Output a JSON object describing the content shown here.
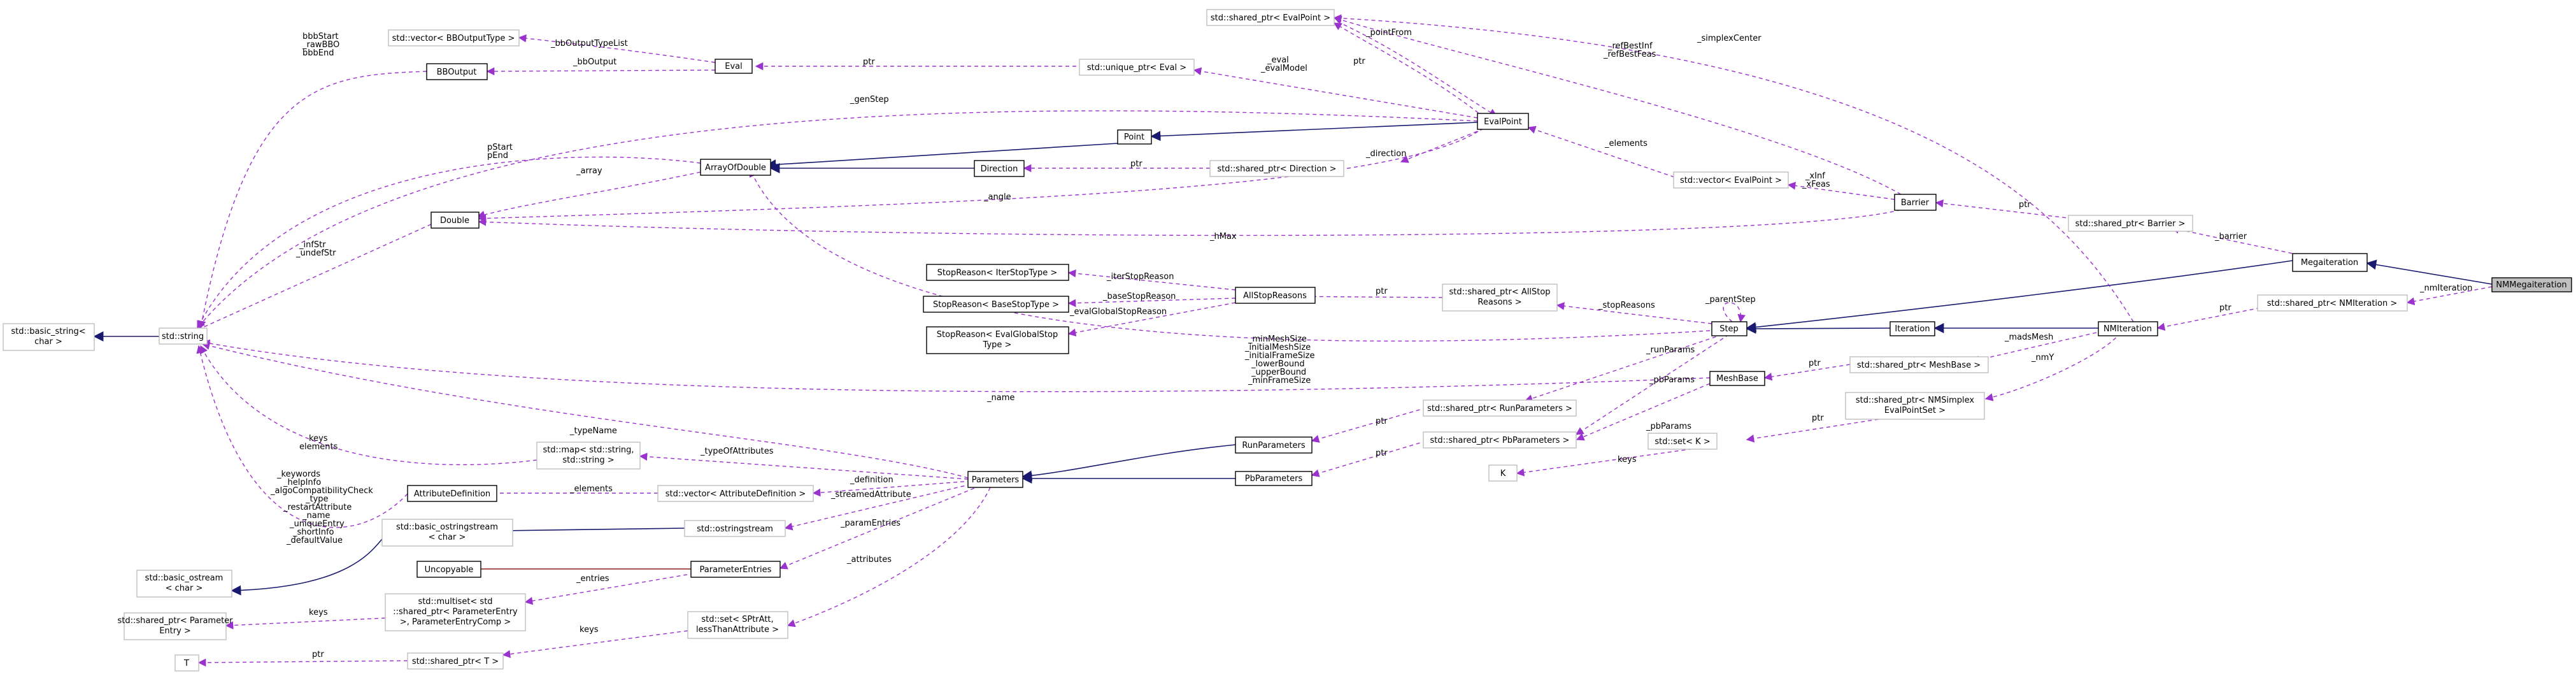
{
  "colors": {
    "usage_edge": "#9a32cd",
    "inherit_edge": "#191970",
    "template_edge": "#8b1a1a",
    "focus_node_fill": "#bfbfbf",
    "template_node_border": "#bfbfbf"
  },
  "nodes": {
    "nm_megaiteration": [
      "NMMegaiteration"
    ],
    "megaiteration": [
      "Megaiteration"
    ],
    "sp_nmiteration": [
      "std::shared_ptr< NMIteration >"
    ],
    "nmiteration": [
      "NMIteration"
    ],
    "iteration": [
      "Iteration"
    ],
    "step": [
      "Step"
    ],
    "sp_barrier": [
      "std::shared_ptr< Barrier >"
    ],
    "barrier": [
      "Barrier"
    ],
    "sp_meshbase": [
      "std::shared_ptr< MeshBase >"
    ],
    "meshbase": [
      "MeshBase"
    ],
    "sp_nmsimplex": [
      "std::shared_ptr< NMSimplex",
      "EvalPointSet >"
    ],
    "set_k": [
      "std::set< K >"
    ],
    "k": [
      "K"
    ],
    "vec_evalpoint": [
      "std::vector< EvalPoint >"
    ],
    "sp_evalpoint": [
      "std::shared_ptr< EvalPoint >"
    ],
    "evalpoint": [
      "EvalPoint"
    ],
    "up_eval": [
      "std::unique_ptr< Eval >"
    ],
    "eval": [
      "Eval"
    ],
    "vec_bboutput": [
      "std::vector< BBOutputType >"
    ],
    "bboutput": [
      "BBOutput"
    ],
    "point": [
      "Point"
    ],
    "arrayofdouble": [
      "ArrayOfDouble"
    ],
    "direction": [
      "Direction"
    ],
    "sp_direction": [
      "std::shared_ptr< Direction >"
    ],
    "double": [
      "Double"
    ],
    "std_string": [
      "std::string"
    ],
    "basic_string": [
      "std::basic_string<",
      "char >"
    ],
    "sr_iter": [
      "StopReason< IterStopType >"
    ],
    "sr_base": [
      "StopReason< BaseStopType >"
    ],
    "sr_evalglobal": [
      "StopReason< EvalGlobalStop",
      "Type >"
    ],
    "allstopreasons": [
      "AllStopReasons"
    ],
    "sp_allstop": [
      "std::shared_ptr< AllStop",
      "Reasons >"
    ],
    "sp_runparams": [
      "std::shared_ptr< RunParameters >"
    ],
    "sp_pbparams": [
      "std::shared_ptr< PbParameters >"
    ],
    "runparams": [
      "RunParameters"
    ],
    "pbparams": [
      "PbParameters"
    ],
    "parameters": [
      "Parameters"
    ],
    "map_str": [
      "std::map< std::string,",
      "std::string >"
    ],
    "attrdef": [
      "AttributeDefinition"
    ],
    "vec_attrdef": [
      "std::vector< AttributeDefinition >"
    ],
    "basic_ostringstream": [
      "std::basic_ostringstream",
      "< char >"
    ],
    "ostringstream": [
      "std::ostringstream"
    ],
    "basic_ostream": [
      "std::basic_ostream",
      "< char >"
    ],
    "uncopyable": [
      "Uncopyable"
    ],
    "paramentries": [
      "ParameterEntries"
    ],
    "sp_paramentry": [
      "std::shared_ptr< Parameter",
      "Entry >"
    ],
    "multiset": [
      "std::multiset< std",
      "::shared_ptr< ParameterEntry",
      ">, ParameterEntryComp >"
    ],
    "set_spattr": [
      "std::set< SPtrAtt,",
      "lessThanAttribute >"
    ],
    "sp_t": [
      "std::shared_ptr< T >"
    ],
    "t": [
      "T"
    ]
  },
  "edge_labels": {
    "nm_iteration": [
      "_nmIteration"
    ],
    "barrier_link": [
      "_barrier"
    ],
    "ptr_nmi": [
      "ptr"
    ],
    "mads_mesh": [
      "_madsMesh"
    ],
    "nmy": [
      "_nmY"
    ],
    "ptr_mesh": [
      "ptr"
    ],
    "ptr_set_k": [
      "ptr"
    ],
    "keys_k": [
      "keys"
    ],
    "ptr_barrier": [
      "ptr"
    ],
    "xinf_xfeas": [
      "_xInf",
      "_xFeas"
    ],
    "ref_best": [
      "_refBestInf",
      "_refBestFeas"
    ],
    "simplex_center": [
      "_simplexCenter"
    ],
    "elements_ep": [
      "_elements"
    ],
    "parent_step": [
      "_parentStep"
    ],
    "stop_reasons": [
      "_stopReasons"
    ],
    "run_params": [
      "_runParams"
    ],
    "pb_params_step": [
      "_pbParams"
    ],
    "pb_params_mesh": [
      "_pbParams"
    ],
    "ptr_runparams": [
      "ptr"
    ],
    "ptr_pbparams": [
      "ptr"
    ],
    "ptr_allstop": [
      "ptr"
    ],
    "iter_stop_reason": [
      "_iterStopReason"
    ],
    "base_stop_reason": [
      "_baseStopReason"
    ],
    "eval_global_stop": [
      "_evalGlobalStopReason"
    ],
    "mesh_names": [
      "_minMeshSize",
      "_initialMeshSize",
      "_initialFrameSize",
      "_lowerBound",
      "_upperBound",
      "_minFrameSize"
    ],
    "name_link": [
      "_name"
    ],
    "h_max": [
      "_hMax"
    ],
    "pointfrom": [
      "_pointFrom"
    ],
    "ptr_sp_ep": [
      "ptr"
    ],
    "eval_model": [
      "_eval",
      "_evalModel"
    ],
    "ptr_up_eval": [
      "ptr"
    ],
    "bboutput_link": [
      "_bbOutput"
    ],
    "bboutput_typelist": [
      "_bbOutputTypeList"
    ],
    "bb_strings": [
      "bbbStart",
      "_rawBBO",
      "bbbEnd"
    ],
    "gen_step": [
      "_genStep"
    ],
    "direction_link": [
      "_direction"
    ],
    "ptr_dir": [
      "ptr"
    ],
    "angle": [
      "_angle"
    ],
    "array_link": [
      "_array"
    ],
    "pstart_pend": [
      "pStart",
      "pEnd"
    ],
    "inf_undef": [
      "_infStr",
      "_undefStr"
    ],
    "type_name": [
      "_typeName"
    ],
    "type_of_attributes": [
      "_typeOfAttributes"
    ],
    "keys_elements": [
      "keys",
      "elements"
    ],
    "elements_attr": [
      "_elements"
    ],
    "definition": [
      "_definition"
    ],
    "streamed_attr": [
      "_streamedAttribute"
    ],
    "param_entries": [
      "_paramEntries"
    ],
    "entries": [
      "_entries"
    ],
    "attributes": [
      "_attributes"
    ],
    "keys_mset": [
      "keys"
    ],
    "keys_set": [
      "keys"
    ],
    "ptr_t": [
      "ptr"
    ],
    "attr_strings": [
      "_keywords",
      "_helpInfo",
      "_algoCompatibilityCheck",
      "_type",
      "_restartAttribute",
      "_name",
      "_uniqueEntry",
      "_shortInfo",
      "_defaultValue"
    ]
  }
}
